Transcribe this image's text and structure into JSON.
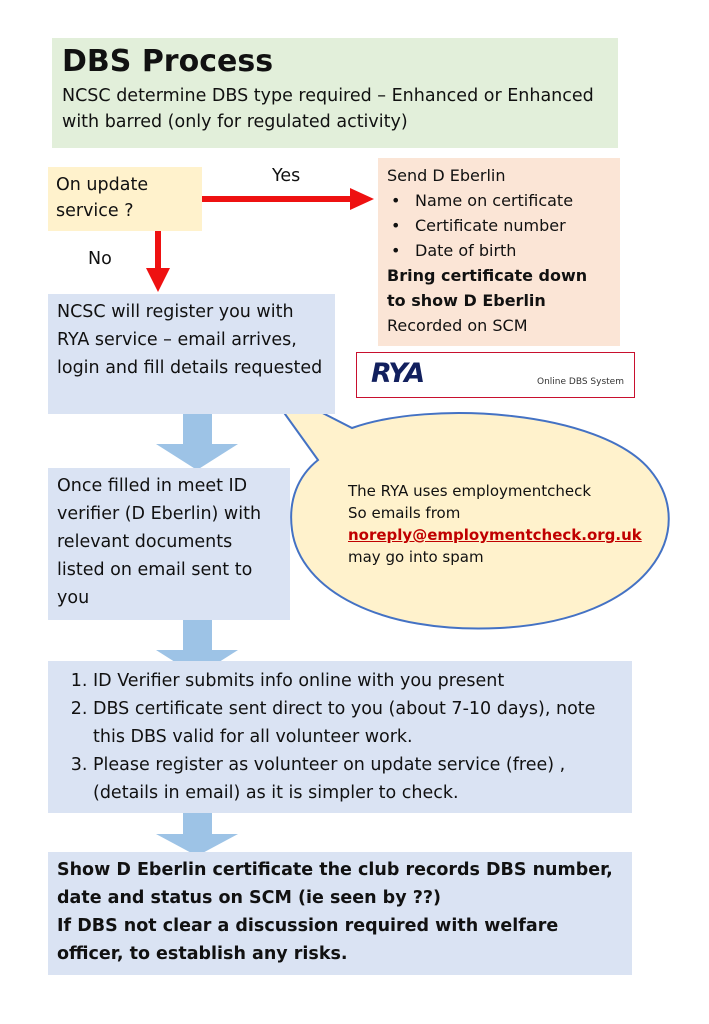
{
  "header": {
    "title": "DBS Process",
    "subtitle": "NCSC determine DBS type required – Enhanced or Enhanced with barred (only for regulated activity)"
  },
  "decision": {
    "question": "On update service ?",
    "yes_label": "Yes",
    "no_label": "No"
  },
  "yes_branch": {
    "heading": "Send D Eberlin",
    "items": [
      "Name on certificate",
      "Certificate number",
      "Date of birth"
    ],
    "bold_note": "Bring certificate down to show D Eberlin",
    "footer": "Recorded on SCM"
  },
  "rya_logo": {
    "brand": "RYA",
    "caption": "Online DBS System"
  },
  "register_step": "NCSC will register you with RYA service – email arrives, login and fill details requested",
  "verifier_step": "Once filled in meet ID verifier (D Eberlin) with relevant documents listed on email sent to you",
  "callout": {
    "line1": "The RYA uses employmentcheck",
    "line2": "So emails from",
    "email": "noreply@employmentcheck.org.uk",
    "line3": "may go into spam"
  },
  "steps": [
    "ID Verifier submits info online with you present",
    "DBS certificate sent direct to you (about 7-10 days), note this DBS valid for all volunteer work.",
    "Please register as volunteer on update service (free) , (details in email) as it is simpler to check."
  ],
  "final_step": {
    "line1": "Show D Eberlin certificate the club records DBS number, date and status on SCM (ie seen by ??)",
    "line2": "If DBS not clear a discussion required with welfare officer, to establish any risks."
  },
  "colors": {
    "header_bg": "#e2efda",
    "decision_bg": "#fff2cc",
    "yes_box_bg": "#fbe5d6",
    "step_bg": "#dae3f3",
    "arrow_red": "#ee1111",
    "arrow_blue": "#9dc3e6",
    "callout_bg": "#fff2cc",
    "callout_border": "#4472c4",
    "email_red": "#c00000"
  }
}
